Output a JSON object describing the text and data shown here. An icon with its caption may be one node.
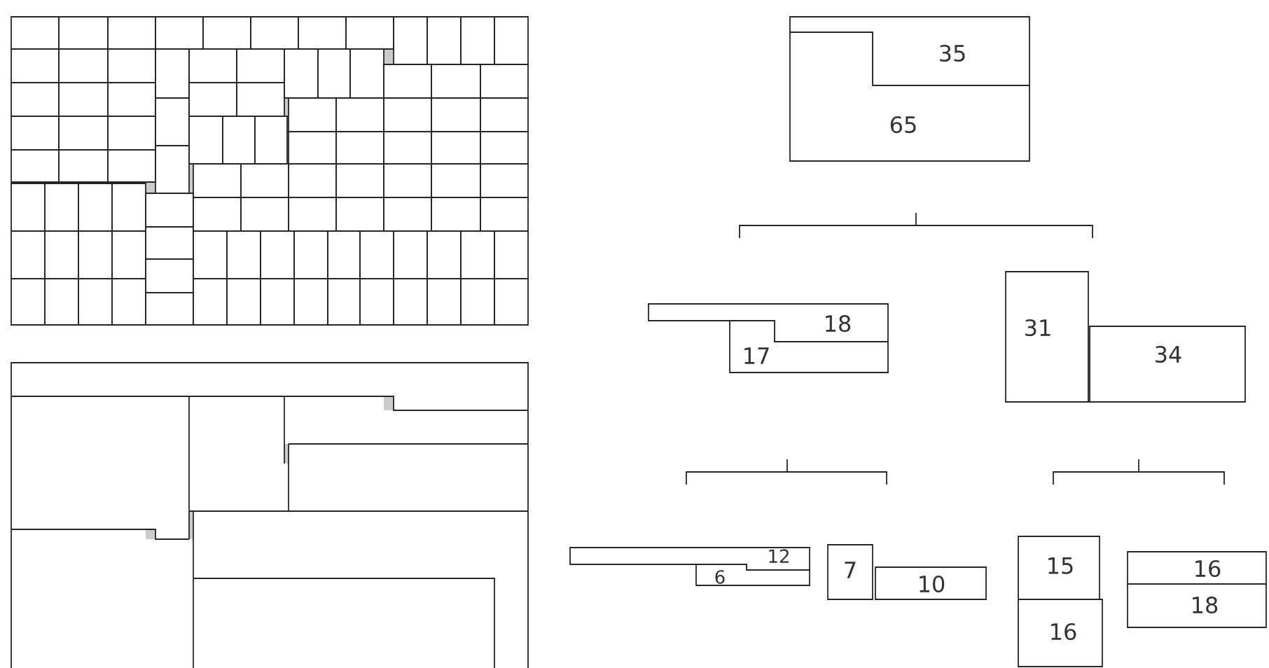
{
  "diagram": {
    "nodes": [
      {
        "text": [
          "35"
        ]
      },
      {
        "text": [
          "65"
        ]
      },
      {
        "text": [
          "18"
        ]
      },
      {
        "text": [
          "17"
        ]
      },
      {
        "text": [
          "31"
        ]
      },
      {
        "text": [
          "34"
        ]
      },
      {
        "text": [
          "12"
        ]
      },
      {
        "text": [
          "6"
        ]
      },
      {
        "text": [
          "7"
        ]
      },
      {
        "text": [
          "10"
        ]
      },
      {
        "text": [
          "15"
        ]
      },
      {
        "text": [
          "16"
        ]
      },
      {
        "text": [
          "16"
        ]
      },
      {
        "text": [
          "18"
        ]
      }
    ]
  }
}
